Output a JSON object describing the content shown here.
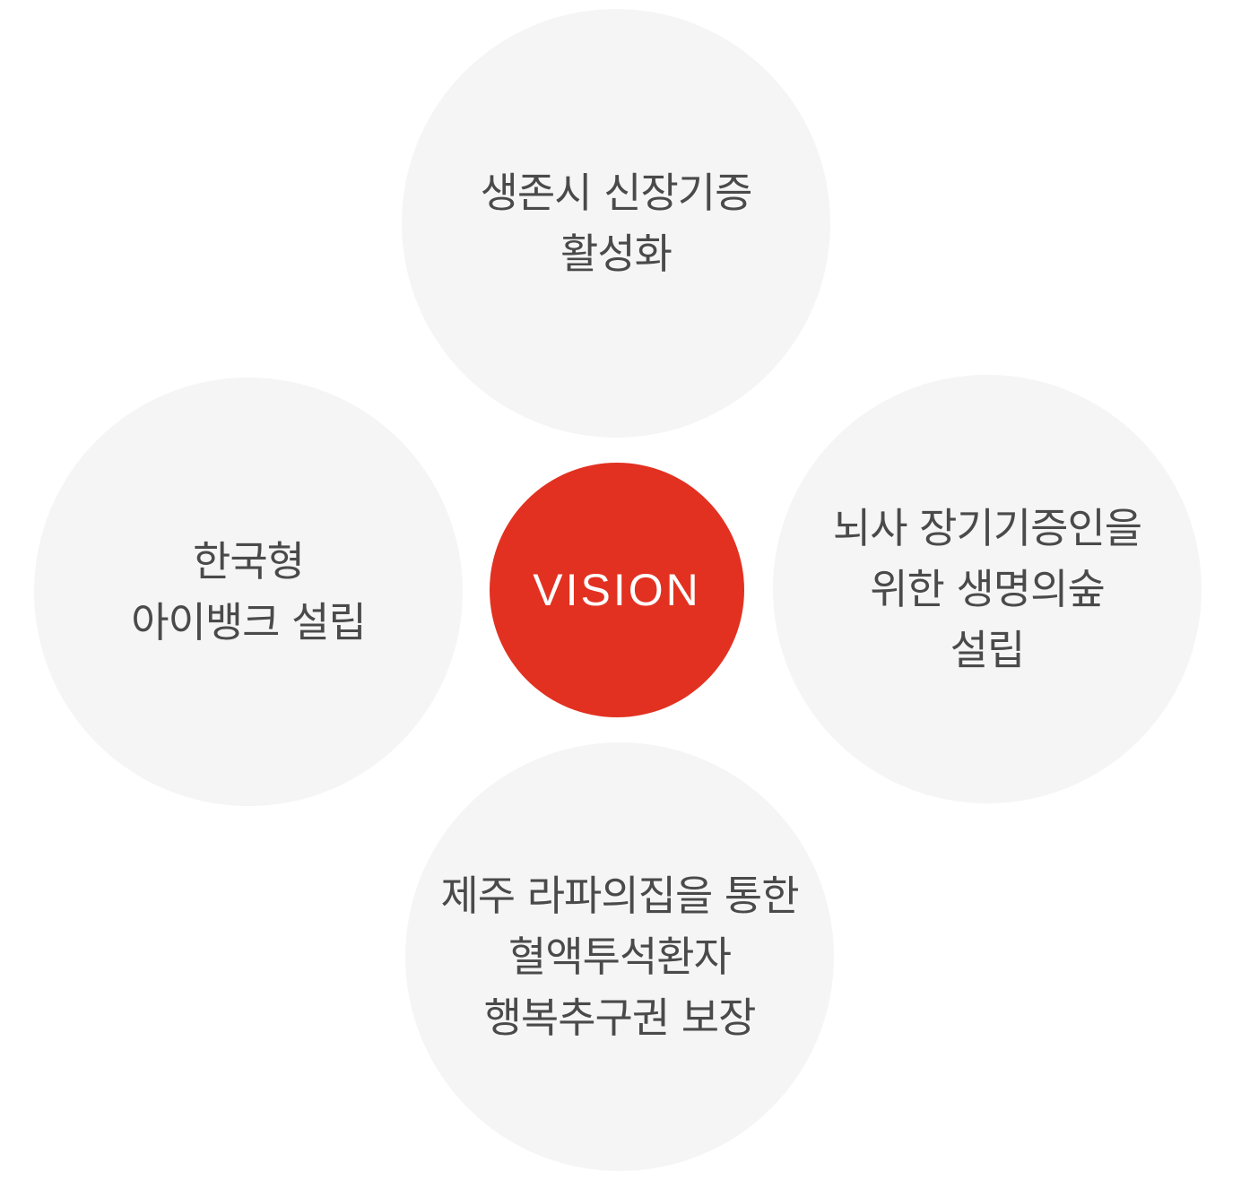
{
  "center": {
    "label": "VISION",
    "color": "#e23121"
  },
  "nodes": {
    "top": {
      "lines": [
        "생존시 신장기증",
        "활성화"
      ]
    },
    "left": {
      "lines": [
        "한국형",
        "아이뱅크 설립"
      ]
    },
    "right": {
      "lines": [
        "뇌사 장기기증인을",
        "위한 생명의숲",
        "설립"
      ]
    },
    "bottom": {
      "lines": [
        "제주 라파의집을 통한",
        "혈액투석환자",
        "행복추구권 보장"
      ]
    }
  },
  "colors": {
    "node_background": "#f5f5f5",
    "node_text": "#4a4a4a",
    "center_text": "#ffffff"
  }
}
